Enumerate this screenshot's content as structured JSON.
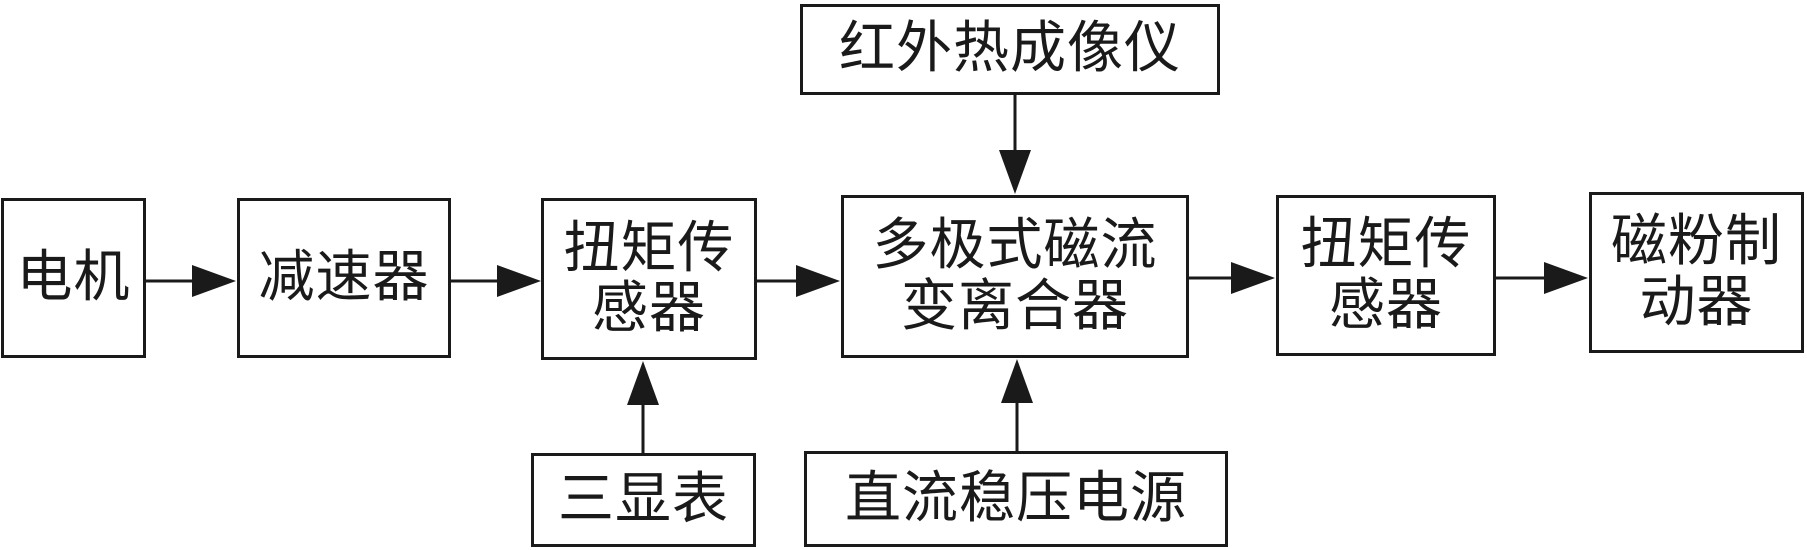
{
  "diagram": {
    "type": "block-diagram",
    "colors": {
      "stroke": "#1a1a1a",
      "text": "#1a1a1a",
      "background": "#ffffff"
    },
    "nodes": {
      "motor": "电机",
      "reducer": "减速器",
      "torque_sensor_1": "扭矩传\n感器",
      "mr_clutch": "多极式磁流\n变离合器",
      "torque_sensor_2": "扭矩传\n感器",
      "brake": "磁粉制\n动器",
      "thermal_imager": "红外热成像仪",
      "display_meter": "三显表",
      "dc_power": "直流稳压电源"
    },
    "edges": [
      {
        "from": "motor",
        "to": "reducer"
      },
      {
        "from": "reducer",
        "to": "torque_sensor_1"
      },
      {
        "from": "torque_sensor_1",
        "to": "mr_clutch"
      },
      {
        "from": "mr_clutch",
        "to": "torque_sensor_2"
      },
      {
        "from": "torque_sensor_2",
        "to": "brake"
      },
      {
        "from": "thermal_imager",
        "to": "mr_clutch"
      },
      {
        "from": "display_meter",
        "to": "torque_sensor_1"
      },
      {
        "from": "dc_power",
        "to": "mr_clutch"
      }
    ]
  }
}
